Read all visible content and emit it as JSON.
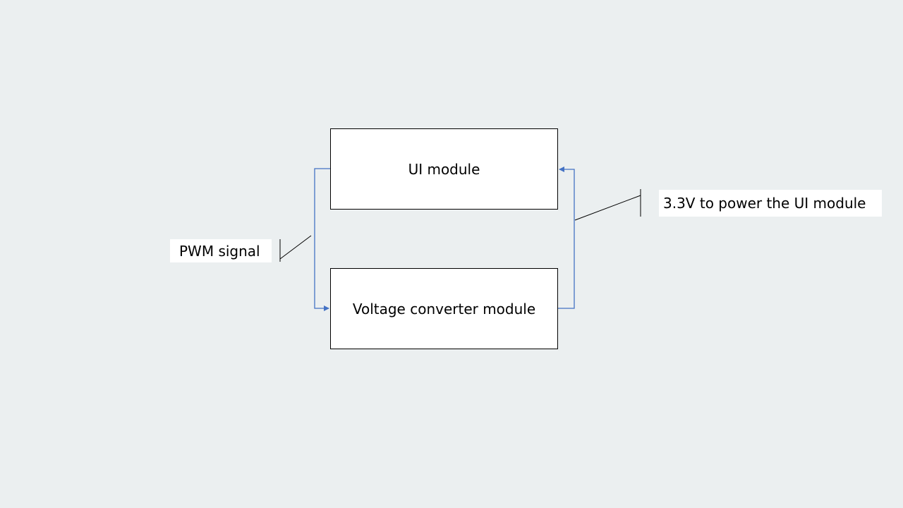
{
  "diagram": {
    "blocks": {
      "ui_module": "UI module",
      "voltage_converter": "Voltage converter module"
    },
    "callouts": {
      "pwm_signal": "PWM signal",
      "power_supply": "3.3V to power the UI module"
    },
    "colors": {
      "background": "#ebeff0",
      "connector": "#4472c4",
      "block_border": "#000000",
      "callout_line": "#000000"
    },
    "edges": [
      {
        "from": "ui_module",
        "to": "voltage_converter",
        "label": "PWM signal"
      },
      {
        "from": "voltage_converter",
        "to": "ui_module",
        "label": "3.3V to power the UI module"
      }
    ]
  }
}
